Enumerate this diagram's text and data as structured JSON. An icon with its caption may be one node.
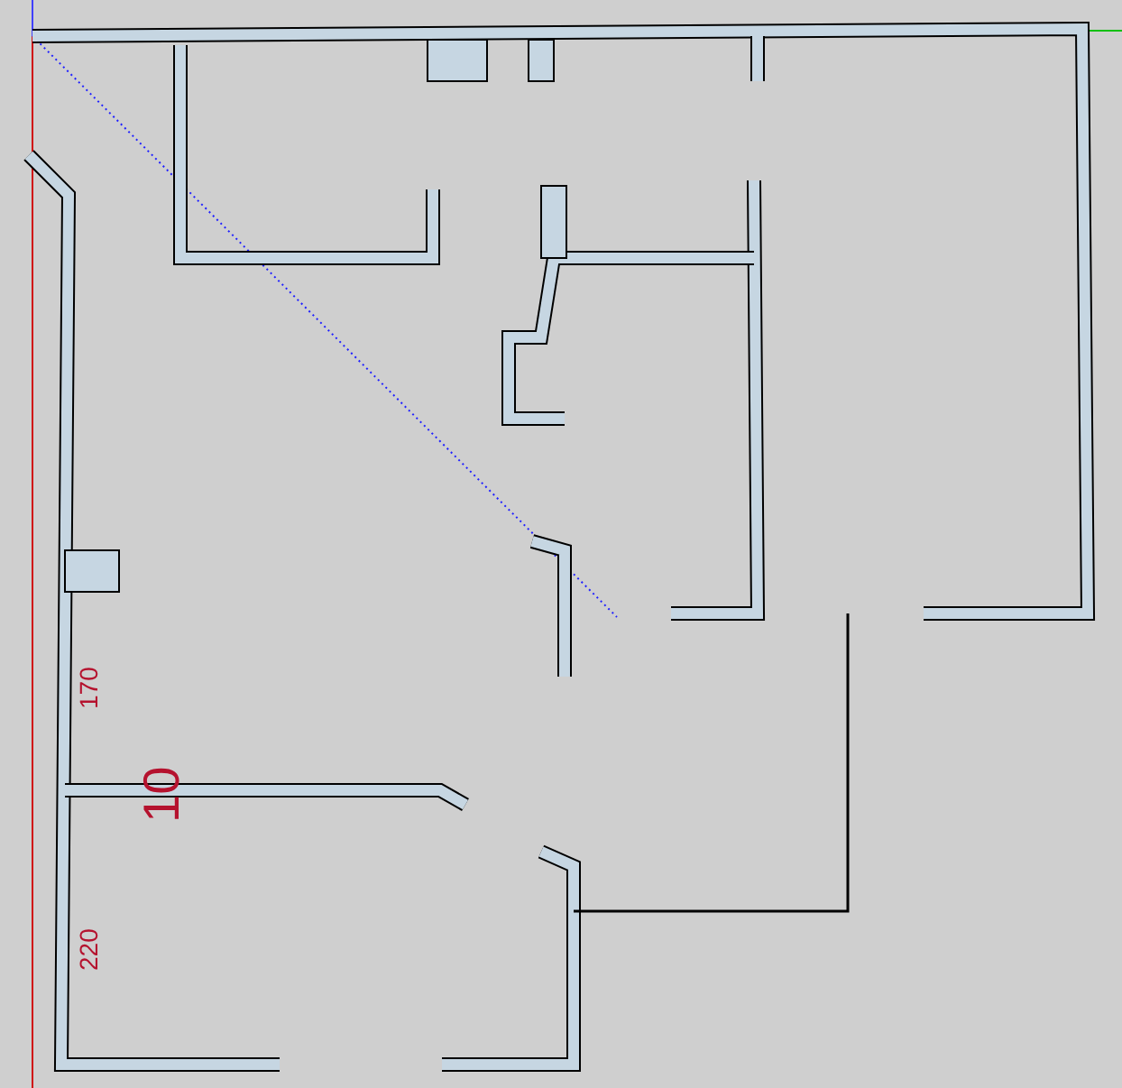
{
  "diagram": {
    "labels": [
      "170",
      "10",
      "220"
    ]
  }
}
